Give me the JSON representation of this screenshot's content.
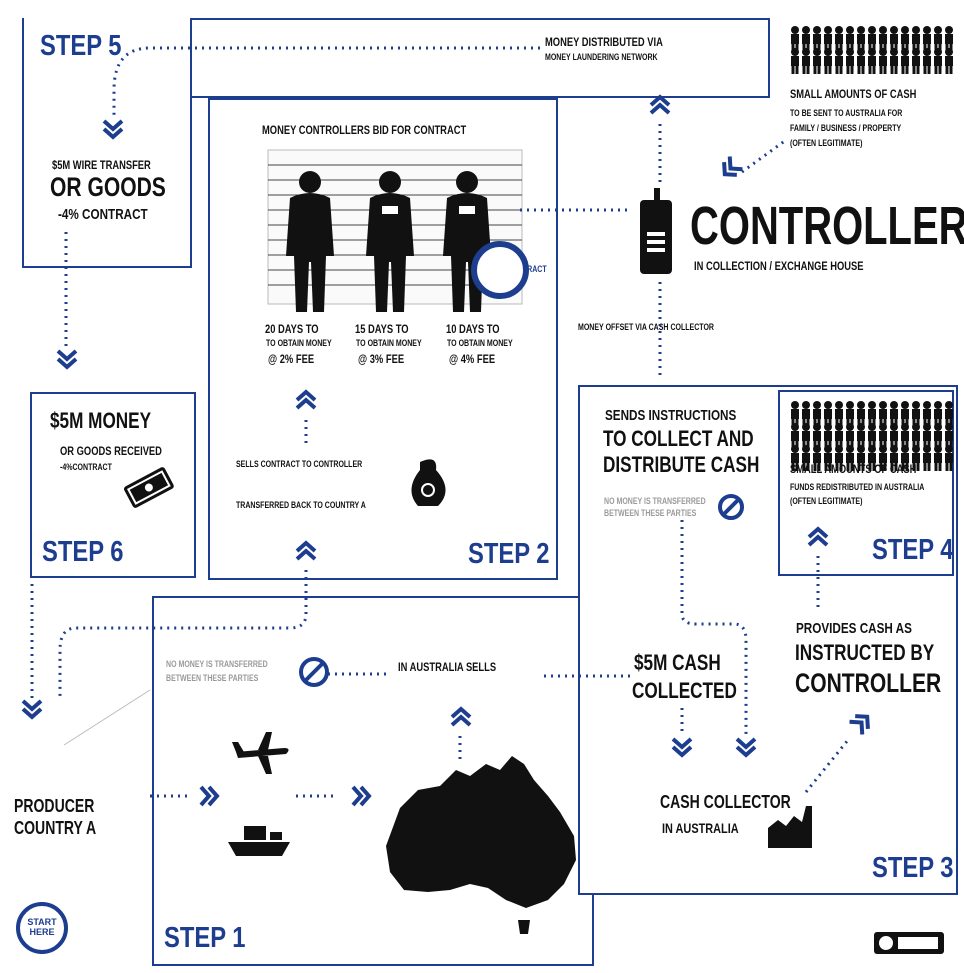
{
  "steps": {
    "step1": "STEP 1",
    "step2": "STEP 2",
    "step3": "STEP 3",
    "step4": "STEP 4",
    "step5": "STEP 5",
    "step6": "STEP 6"
  },
  "step5": {
    "line1": "$5M WIRE TRANSFER",
    "line2": "OR GOODS",
    "line3": "-4% CONTRACT",
    "distributed_line1": "MONEY DISTRIBUTED VIA",
    "distributed_line2": "MONEY LAUNDERING NETWORK"
  },
  "small_cash_top": {
    "line1": "SMALL AMOUNTS OF CASH",
    "line2": "TO BE SENT TO AUSTRALIA FOR",
    "line3": "FAMILY / BUSINESS / PROPERTY",
    "line4": "(OFTEN LEGITIMATE)"
  },
  "step2": {
    "title": "MONEY CONTROLLERS BID FOR CONTRACT",
    "bids": [
      {
        "line1": "20 DAYS TO",
        "line2": "TO OBTAIN MONEY",
        "line3": "@ 2% FEE"
      },
      {
        "line1": "15 DAYS TO",
        "line2": "TO OBTAIN MONEY",
        "line3": "@ 3% FEE"
      },
      {
        "line1": "10 DAYS TO",
        "line2": "TO OBTAIN MONEY",
        "line3": "@ 4% FEE"
      }
    ],
    "winner": "WINS CONTRACT",
    "sells": "SELLS CONTRACT TO CONTROLLER",
    "transferred": "TRANSFERRED BACK TO COUNTRY A"
  },
  "controller": {
    "title": "CONTROLLER",
    "subtitle": "IN COLLECTION / EXCHANGE HOUSE",
    "offset": "MONEY OFFSET VIA CASH COLLECTOR"
  },
  "step6": {
    "line1": "$5M MONEY",
    "line2": "OR GOODS RECEIVED",
    "line3": "-4%CONTRACT"
  },
  "instructions": {
    "line1": "SENDS INSTRUCTIONS",
    "line2": "TO COLLECT AND",
    "line3": "DISTRIBUTE CASH",
    "note1": "NO MONEY IS TRANSFERRED",
    "note2": "BETWEEN THESE PARTIES"
  },
  "step4": {
    "line1": "SMALL AMOUNTS OF CASH",
    "line2": "FUNDS REDISTRIBUTED IN AUSTRALIA",
    "line3": "(OFTEN LEGITIMATE)"
  },
  "step1": {
    "note1": "NO MONEY IS TRANSFERRED",
    "note2": "BETWEEN THESE PARTIES",
    "sells": "IN AUSTRALIA SELLS"
  },
  "cash_collected": {
    "line1": "$5M CASH",
    "line2": "COLLECTED"
  },
  "provides": {
    "line1": "PROVIDES CASH AS",
    "line2": "INSTRUCTED BY",
    "line3": "CONTROLLER"
  },
  "collector": {
    "line1": "CASH COLLECTOR",
    "line2": "IN AUSTRALIA"
  },
  "producer": {
    "line1": "PRODUCER",
    "line2": "COUNTRY A"
  },
  "start": {
    "line1": "START",
    "line2": "HERE"
  },
  "colors": {
    "accent": "#1d3d8f",
    "ink": "#111111",
    "muted": "#9a9a9a"
  }
}
